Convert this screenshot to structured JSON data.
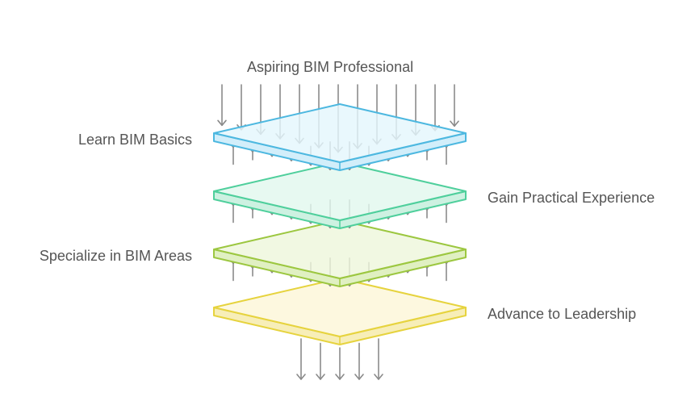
{
  "title": "Aspiring BIM Professional",
  "layers": [
    {
      "label": "Learn BIM Basics",
      "stroke": "#4db8e0",
      "top_fill": "#e4f6fd",
      "side_fill": "#d2eefa"
    },
    {
      "label": "Gain Practical Experience",
      "stroke": "#4fcf9c",
      "top_fill": "#e2f8ee",
      "side_fill": "#cdf1e1"
    },
    {
      "label": "Specialize in BIM Areas",
      "stroke": "#9cc740",
      "top_fill": "#eef7dc",
      "side_fill": "#e0f0c2"
    },
    {
      "label": "Advance to Leadership",
      "stroke": "#e6d33e",
      "top_fill": "#fcf7d8",
      "side_fill": "#f7eeb8"
    }
  ],
  "colors": {
    "arrow": "#8a8a8a",
    "text": "#555555"
  }
}
